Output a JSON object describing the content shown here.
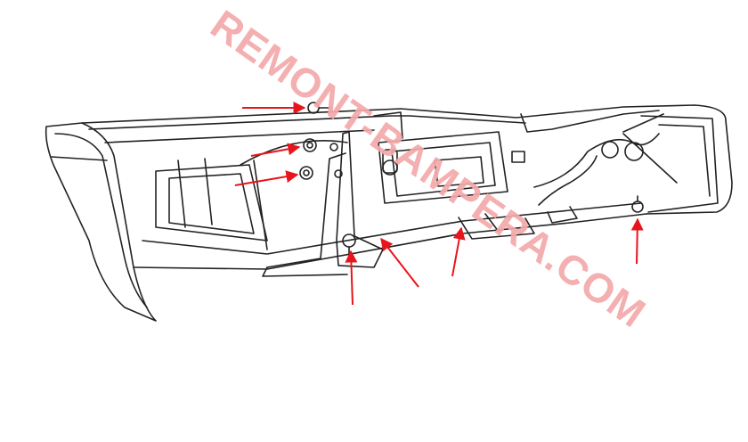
{
  "watermark": {
    "text": "REMONT-BAMPERA.COM",
    "color": "#f4a9ab"
  },
  "diagram": {
    "subject": "rear bumper assembly, rear view",
    "line_color": "#222222",
    "arrow_color": "#e8141c",
    "callouts": [
      "bolt-upper-left",
      "nut-middle-left",
      "nut-lower-left",
      "bolt-center-bracket",
      "bracket-center",
      "bracket-right-of-center",
      "bolt-right"
    ]
  }
}
